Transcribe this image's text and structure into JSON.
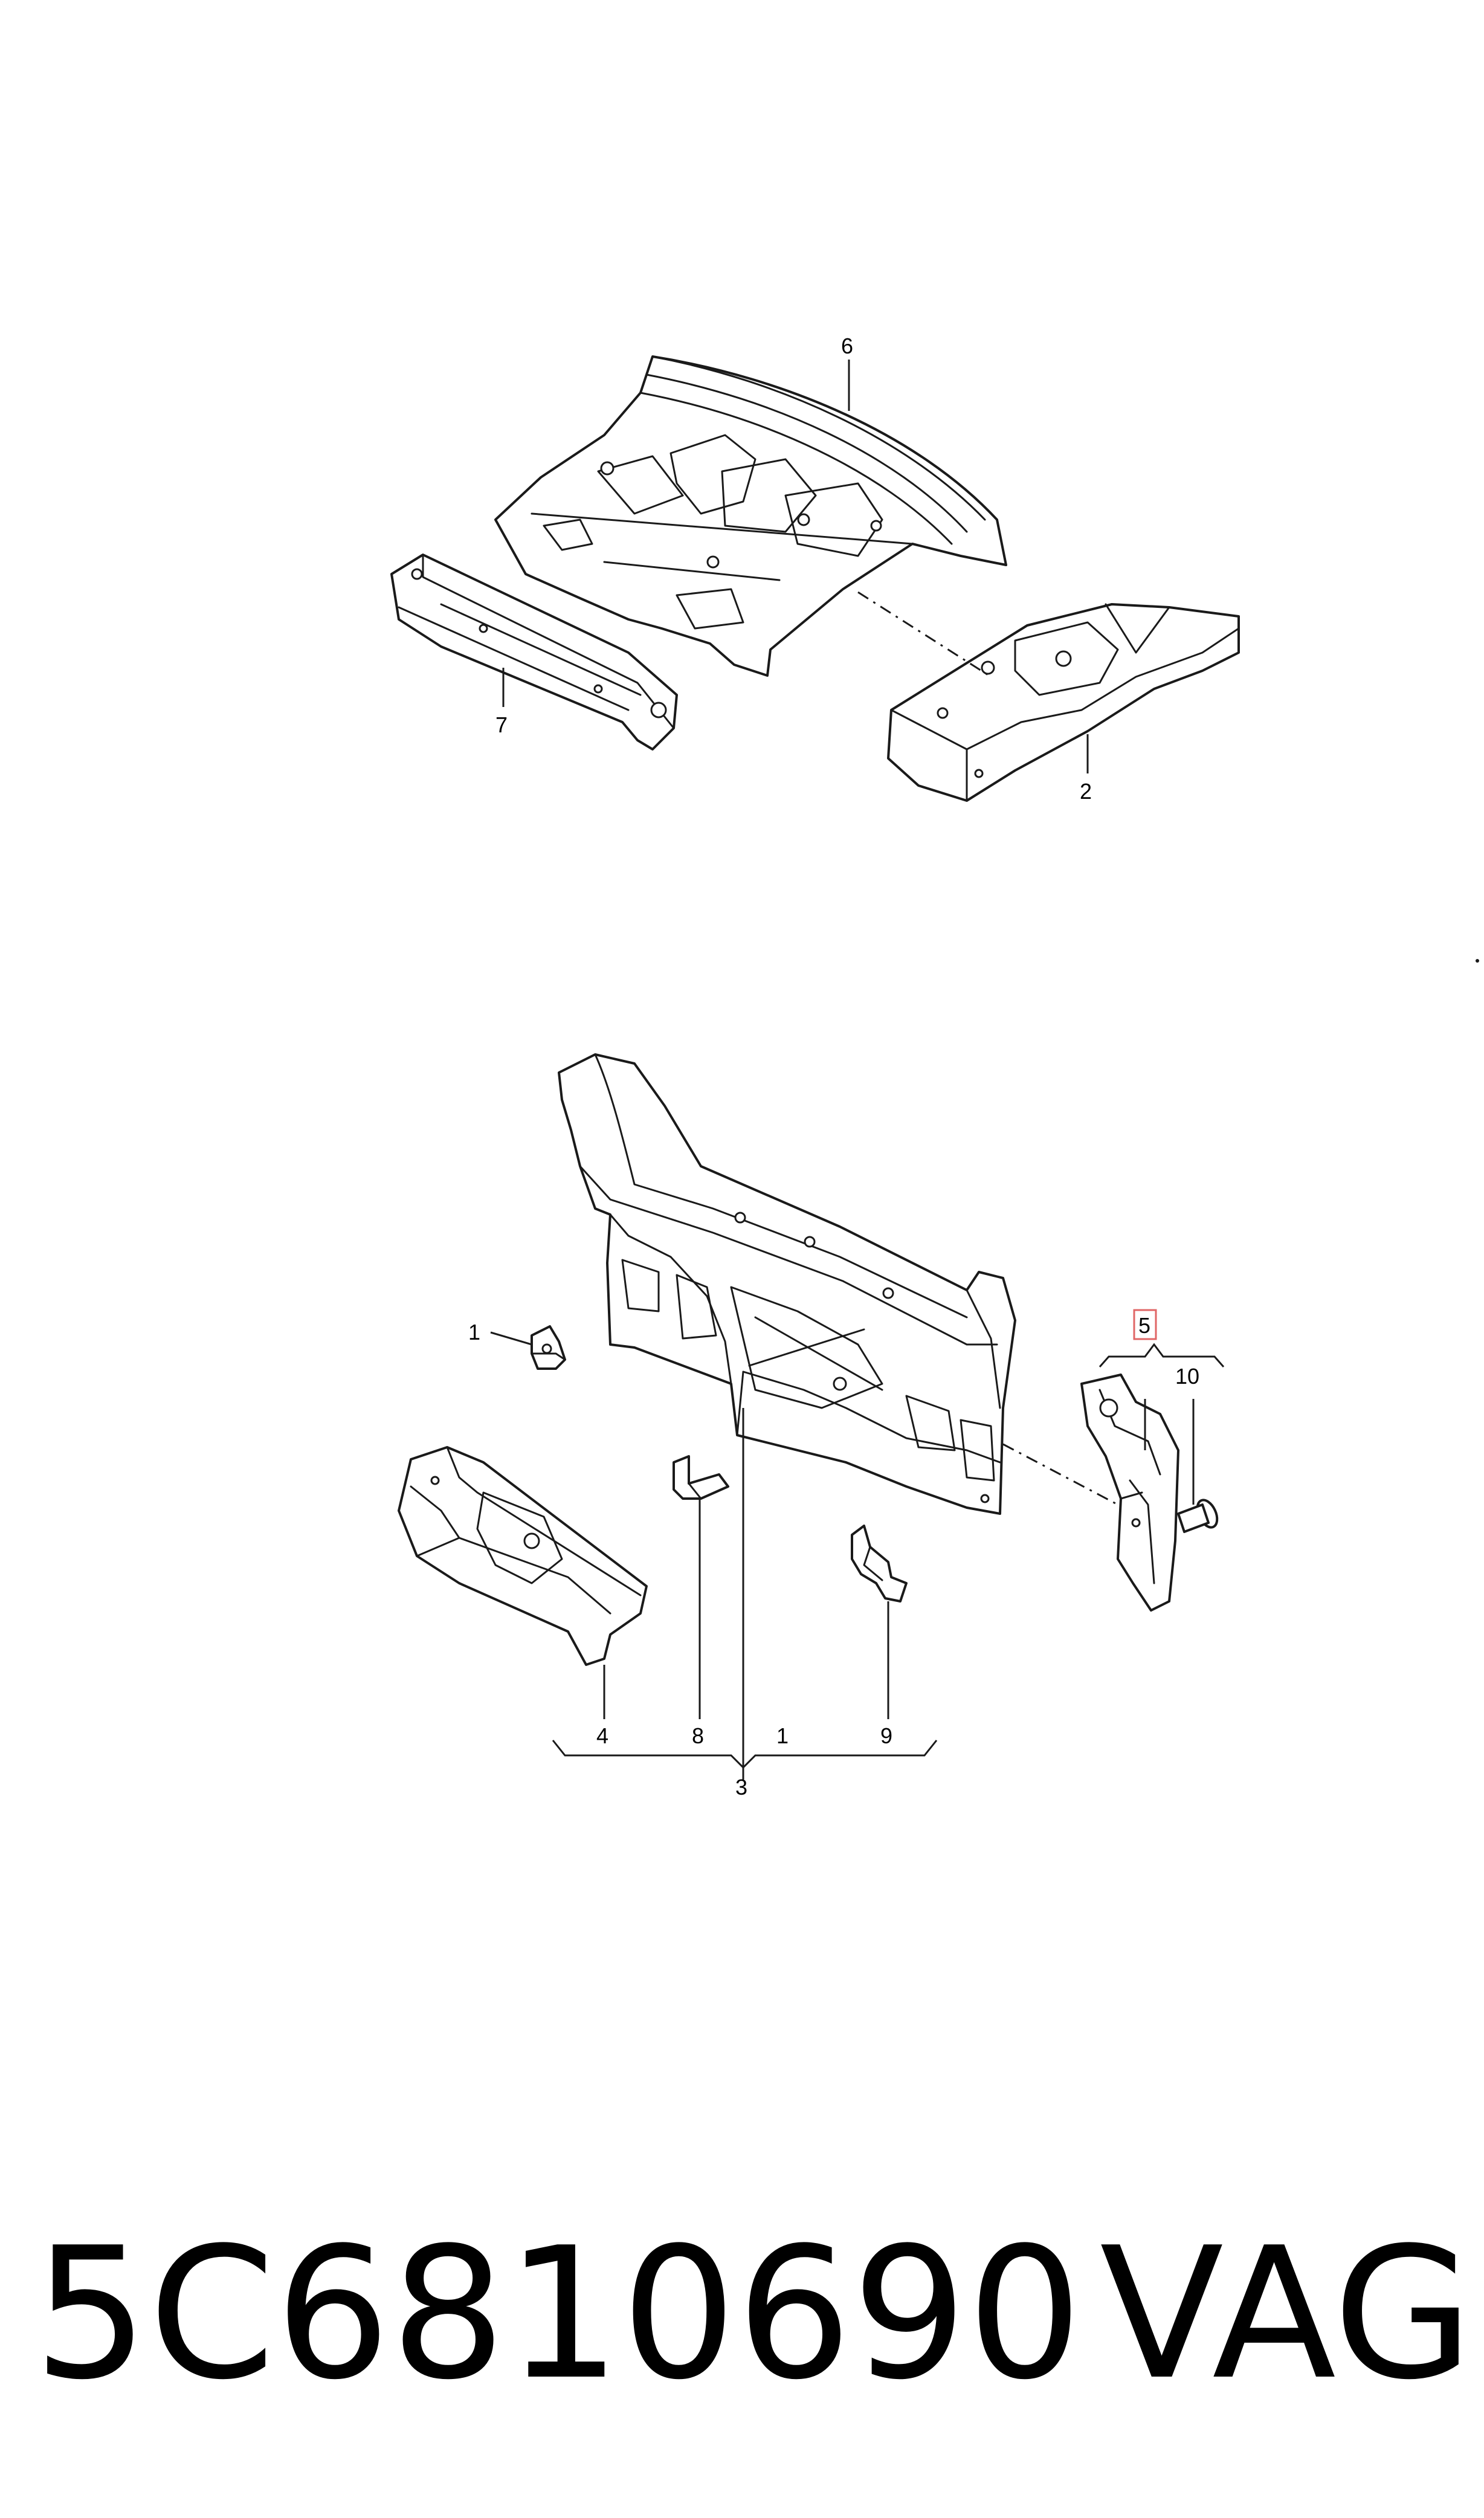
{
  "callouts": {
    "c1_top": "1",
    "c2": "2",
    "c3": "3",
    "c4": "4",
    "c5": "5",
    "c6": "6",
    "c7": "7",
    "c8": "8",
    "c1_bottom": "1",
    "c9": "9",
    "c10": "10"
  },
  "colors": {
    "highlight_box": "#e06666",
    "line": "#1a1a1a"
  },
  "footer": {
    "part_number": "5C6810690",
    "brand": "VAG"
  }
}
